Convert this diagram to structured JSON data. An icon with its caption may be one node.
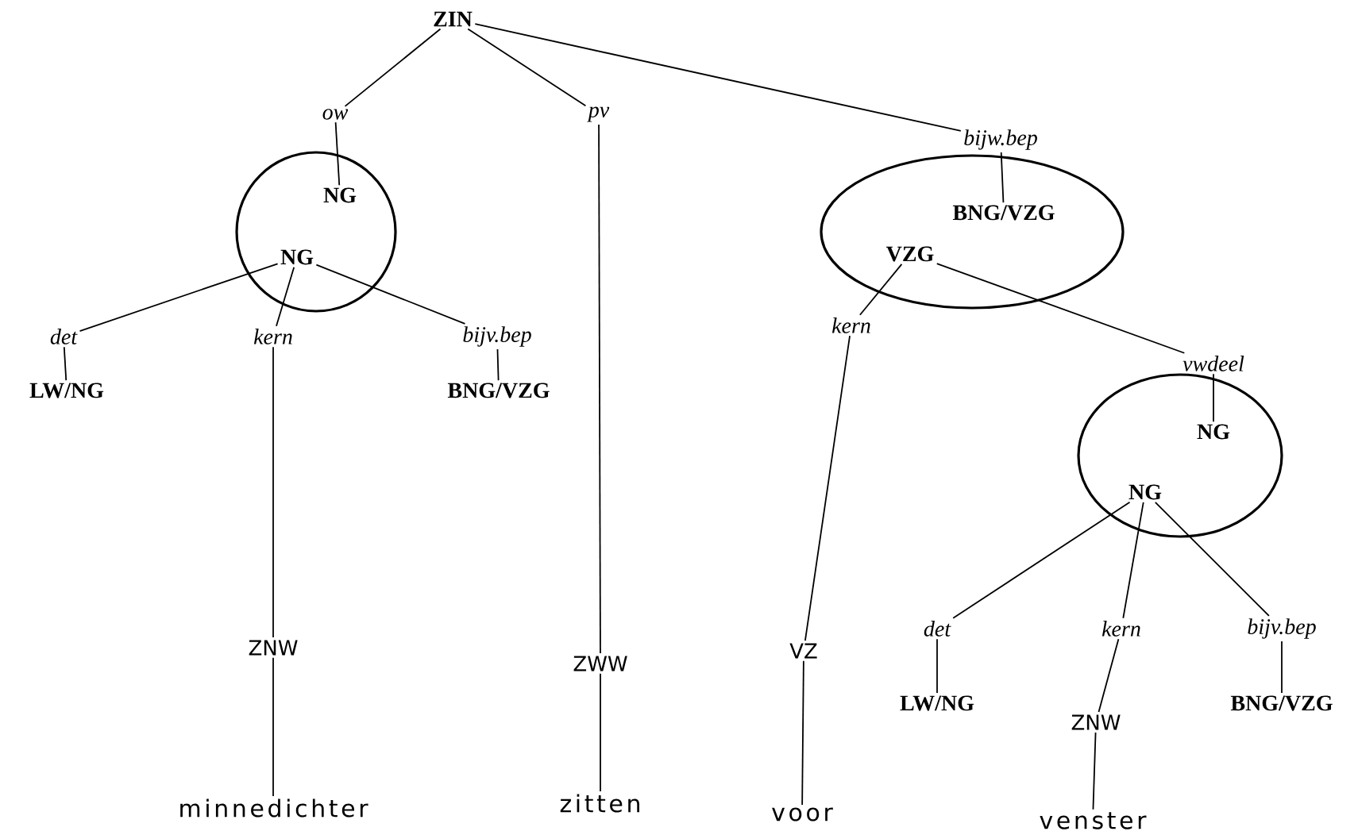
{
  "diagram": {
    "nodes": [
      {
        "text": [
          "ZIN"
        ]
      },
      {
        "text": [
          "ow"
        ]
      },
      {
        "text": [
          "pv"
        ]
      },
      {
        "text": [
          "bijw.bep"
        ]
      },
      {
        "text": [],
        "shape": "circle"
      },
      {
        "text": [
          "NG"
        ],
        "in": 4
      },
      {
        "text": [
          "NG"
        ],
        "in": 4
      },
      {
        "text": [],
        "shape": "ellipse"
      },
      {
        "text": [
          "BNG/VZG"
        ],
        "in": 7
      },
      {
        "text": [
          "VZG"
        ],
        "in": 7
      },
      {
        "text": [
          "det"
        ]
      },
      {
        "text": [
          "kern"
        ]
      },
      {
        "text": [
          "bijv.bep"
        ]
      },
      {
        "text": [
          "LW/NG"
        ]
      },
      {
        "text": [
          "BNG/VZG"
        ]
      },
      {
        "text": [
          "kern"
        ]
      },
      {
        "text": [
          "vwdeel"
        ]
      },
      {
        "text": [],
        "shape": "ellipse"
      },
      {
        "text": [
          "NG"
        ],
        "in": 17
      },
      {
        "text": [
          "NG"
        ],
        "in": 17
      },
      {
        "text": [
          "ZNW"
        ]
      },
      {
        "text": [
          "ZWW"
        ]
      },
      {
        "text": [
          "VZ"
        ]
      },
      {
        "text": [
          "det"
        ]
      },
      {
        "text": [
          "kern"
        ]
      },
      {
        "text": [
          "bijv.bep"
        ]
      },
      {
        "text": [
          "LW/NG"
        ]
      },
      {
        "text": [
          "ZNW"
        ]
      },
      {
        "text": [
          "BNG/VZG"
        ]
      },
      {
        "text": [
          "minnedichter"
        ]
      },
      {
        "text": [
          "zitten"
        ]
      },
      {
        "text": [
          "voor"
        ]
      },
      {
        "text": [
          "venster"
        ]
      }
    ],
    "edges": [
      {
        "from": 0,
        "to": 1,
        "arrow": "none"
      },
      {
        "from": 0,
        "to": 2,
        "arrow": "none"
      },
      {
        "from": 0,
        "to": 3,
        "arrow": "none"
      },
      {
        "from": 1,
        "to": 5,
        "arrow": "none"
      },
      {
        "from": 6,
        "to": 10,
        "arrow": "none"
      },
      {
        "from": 6,
        "to": 11,
        "arrow": "none"
      },
      {
        "from": 6,
        "to": 12,
        "arrow": "none"
      },
      {
        "from": 10,
        "to": 13,
        "arrow": "none"
      },
      {
        "from": 12,
        "to": 14,
        "arrow": "none"
      },
      {
        "from": 11,
        "to": 20,
        "arrow": "none"
      },
      {
        "from": 20,
        "to": 29,
        "arrow": "none"
      },
      {
        "from": 2,
        "to": 21,
        "arrow": "none"
      },
      {
        "from": 21,
        "to": 30,
        "arrow": "none"
      },
      {
        "from": 3,
        "to": 8,
        "arrow": "none"
      },
      {
        "from": 9,
        "to": 15,
        "arrow": "none"
      },
      {
        "from": 9,
        "to": 16,
        "arrow": "none"
      },
      {
        "from": 15,
        "to": 22,
        "arrow": "none"
      },
      {
        "from": 22,
        "to": 31,
        "arrow": "none"
      },
      {
        "from": 16,
        "to": 18,
        "arrow": "none"
      },
      {
        "from": 19,
        "to": 23,
        "arrow": "none"
      },
      {
        "from": 19,
        "to": 24,
        "arrow": "none"
      },
      {
        "from": 19,
        "to": 25,
        "arrow": "none"
      },
      {
        "from": 23,
        "to": 26,
        "arrow": "none"
      },
      {
        "from": 24,
        "to": 27,
        "arrow": "none"
      },
      {
        "from": 27,
        "to": 32,
        "arrow": "none"
      },
      {
        "from": 25,
        "to": 28,
        "arrow": "none"
      }
    ]
  }
}
